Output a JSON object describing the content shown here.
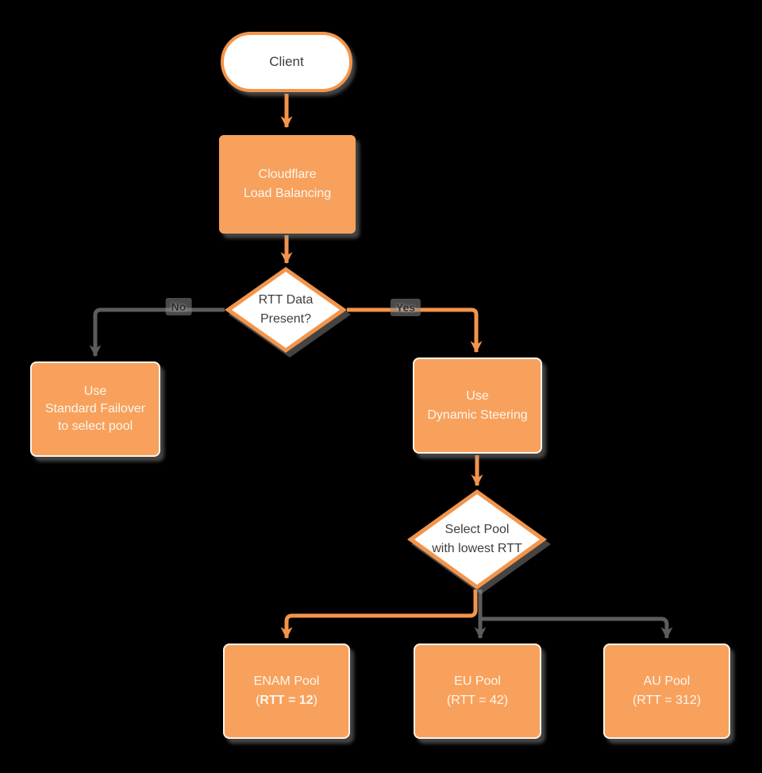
{
  "diagram": {
    "title": "Cloudflare Load Balancing flowchart",
    "colors": {
      "background": "#000000",
      "node_fill_orange": "#F8A15C",
      "node_border_orange": "#F2954C",
      "line_orange": "#F2954C",
      "line_gray": "#5C5C5C",
      "text_light": "#FCF6EE",
      "text_dark": "#3E3E3E"
    }
  },
  "nodes": {
    "client": {
      "label": "Client"
    },
    "cloudflare_lb": {
      "line1": "Cloudflare",
      "line2": "Load Balancing"
    },
    "rtt_decision": {
      "line1": "RTT Data",
      "line2": "Present?"
    },
    "standard_failover": {
      "line1": "Use",
      "line2": "Standard Failover",
      "line3": "to select pool"
    },
    "dynamic_steering": {
      "line1": "Use",
      "line2": "Dynamic Steering"
    },
    "select_pool": {
      "line1": "Select Pool",
      "line2": "with lowest RTT"
    },
    "enam_pool": {
      "line1": "ENAM Pool",
      "line2_open": "(",
      "line2_bold": "RTT = 12",
      "line2_close": ")"
    },
    "eu_pool": {
      "line1": "EU Pool",
      "line2": "(RTT = 42)"
    },
    "au_pool": {
      "line1": "AU Pool",
      "line2": "(RTT = 312)"
    }
  },
  "edge_labels": {
    "no": "No",
    "yes": "Yes"
  }
}
